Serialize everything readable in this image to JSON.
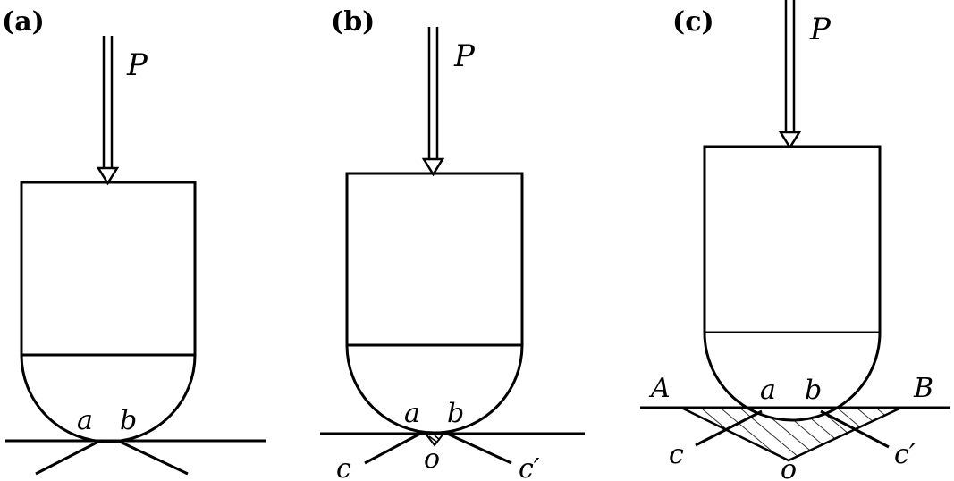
{
  "panels": [
    {
      "label": "(a)",
      "force": "P",
      "points": {
        "a": "a",
        "b": "b"
      }
    },
    {
      "label": "(b)",
      "force": "P",
      "points": {
        "a": "a",
        "b": "b",
        "c": "c",
        "o": "o",
        "c_prime": "c′"
      }
    },
    {
      "label": "(c)",
      "force": "P",
      "points": {
        "A": "A",
        "a": "a",
        "b": "b",
        "B": "B",
        "c": "c",
        "o": "o",
        "c_prime": "c′"
      }
    }
  ]
}
